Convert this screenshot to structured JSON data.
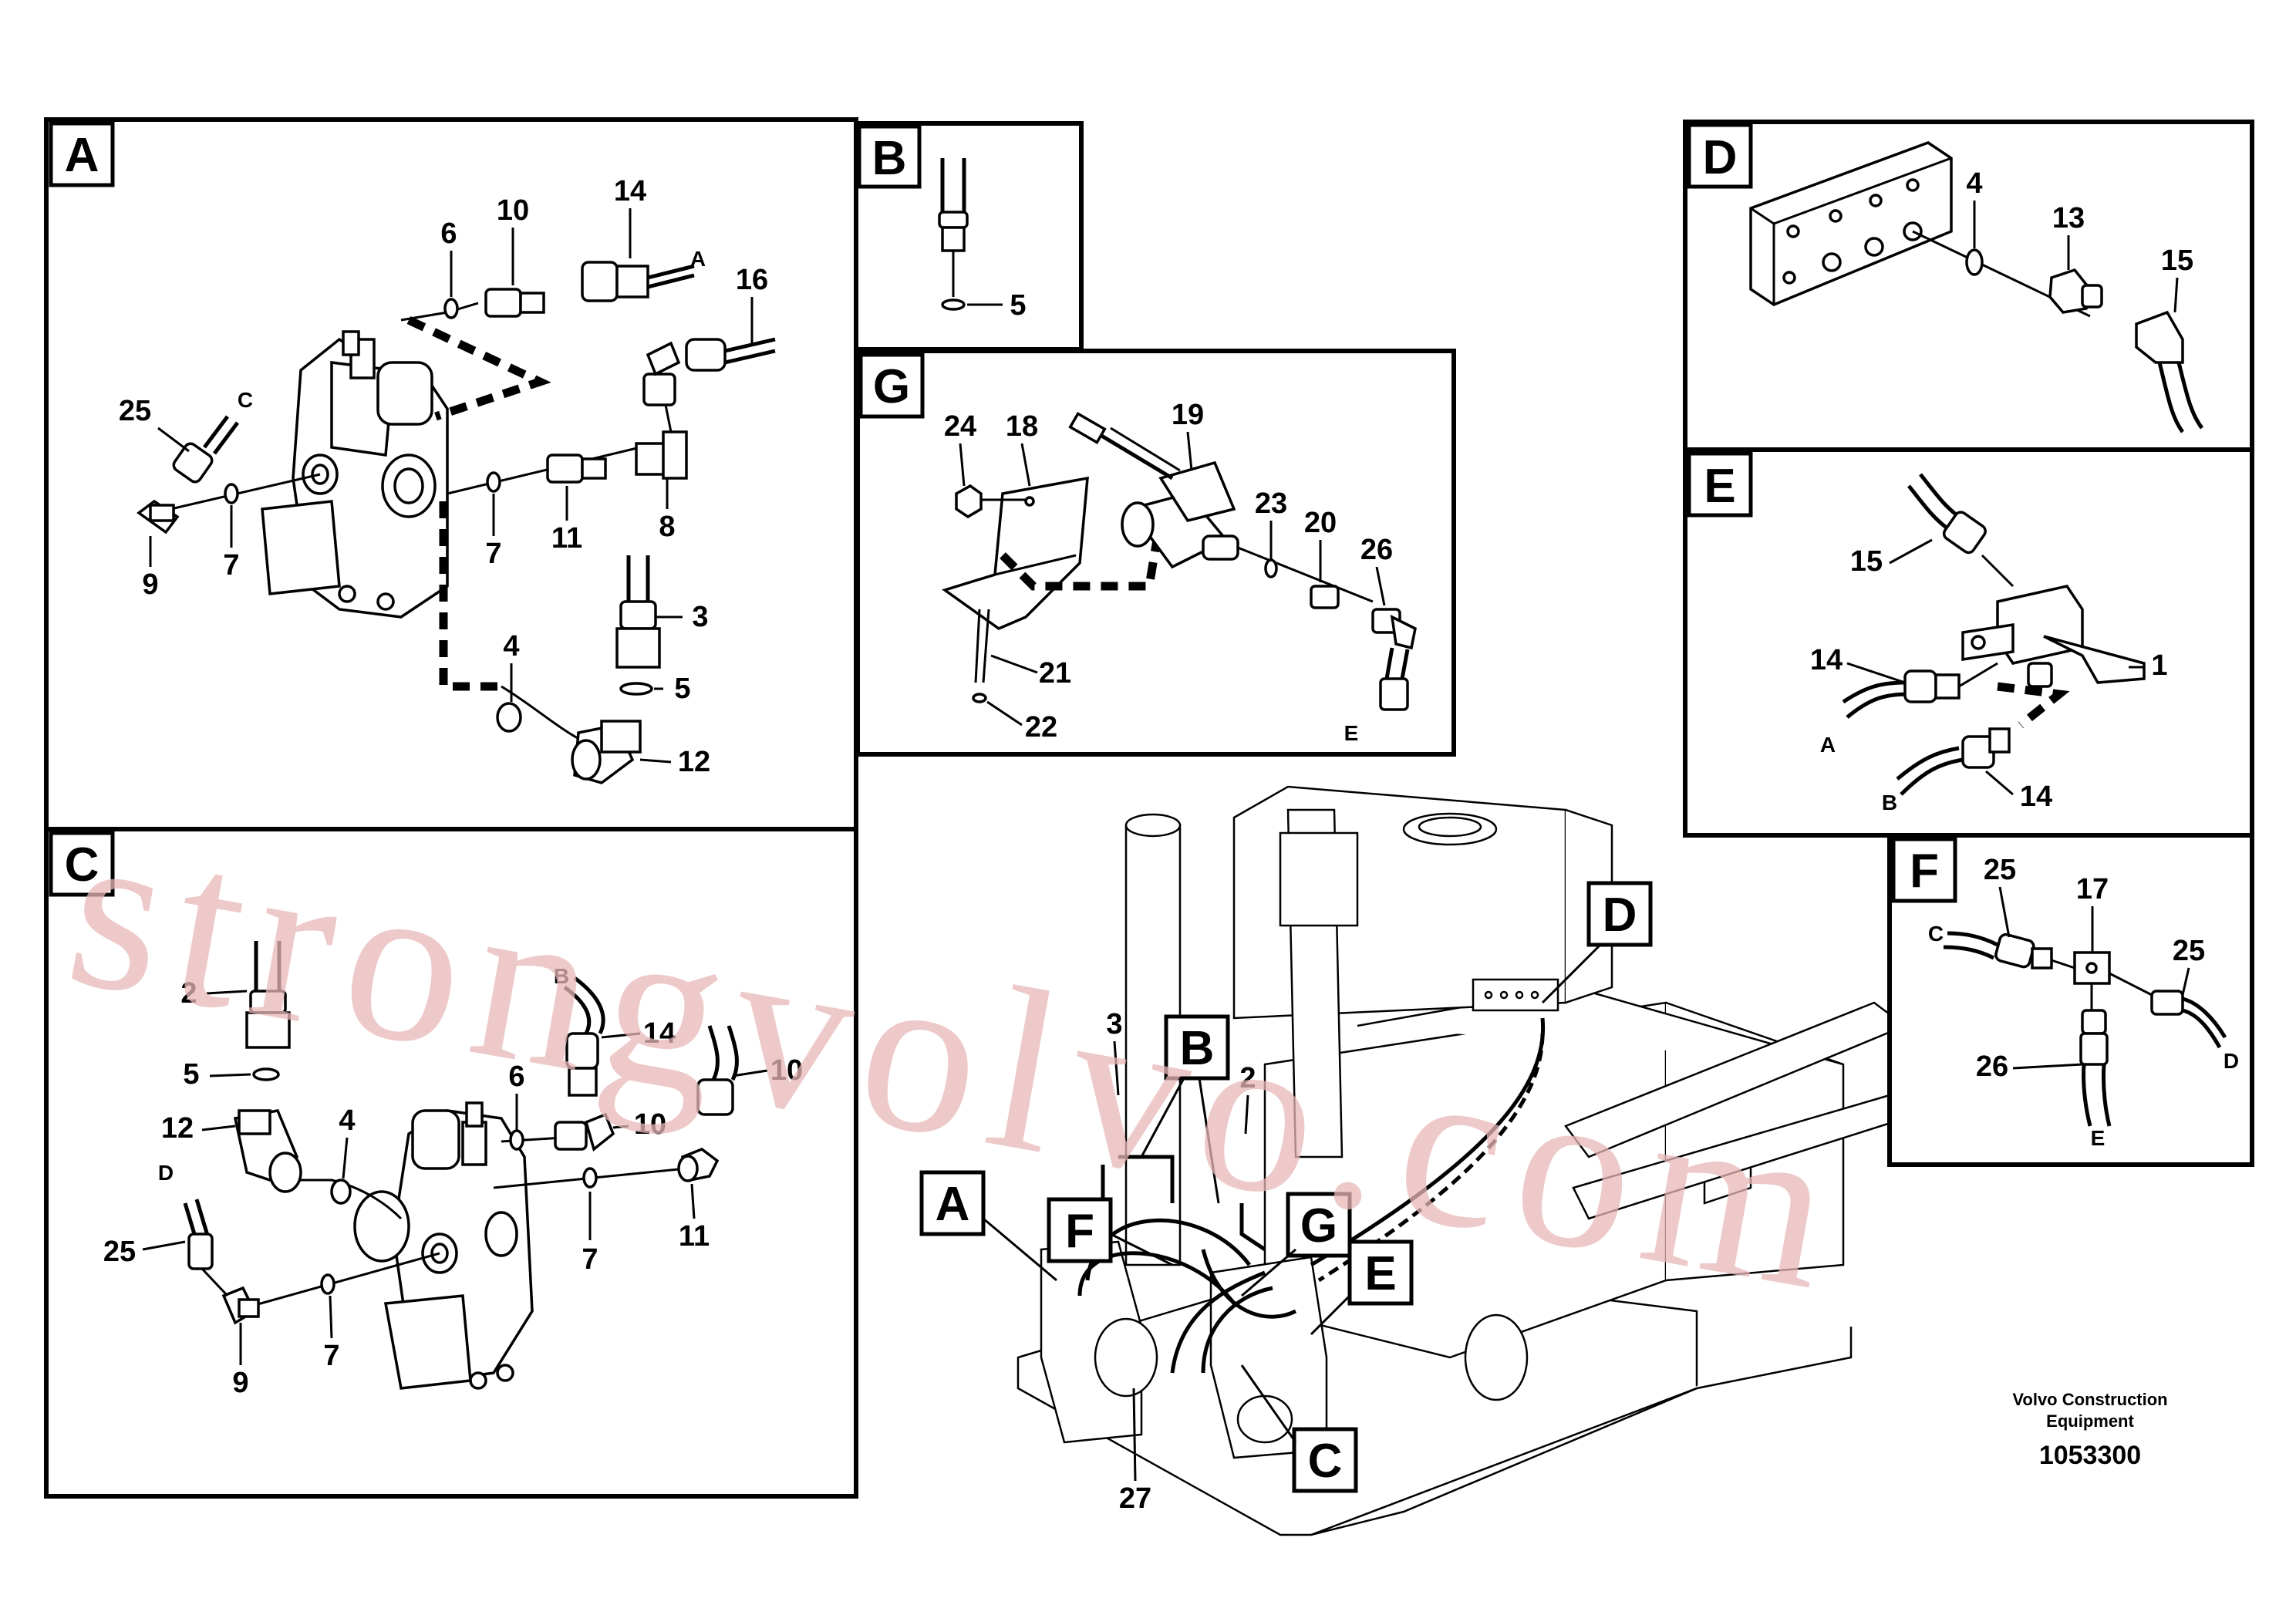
{
  "panels": {
    "A": {
      "tag": "A",
      "callouts": [
        "6",
        "10",
        "14",
        "A",
        "16",
        "25",
        "C",
        "9",
        "7",
        "7",
        "11",
        "8",
        "3",
        "4",
        "5",
        "12"
      ]
    },
    "B": {
      "tag": "B",
      "callouts": [
        "5"
      ]
    },
    "C": {
      "tag": "C",
      "callouts": [
        "2",
        "B",
        "14",
        "10",
        "5",
        "6",
        "12",
        "4",
        "10",
        "D",
        "25",
        "7",
        "11",
        "9",
        "7"
      ]
    },
    "D": {
      "tag": "D",
      "callouts": [
        "4",
        "13",
        "15"
      ]
    },
    "E": {
      "tag": "E",
      "callouts": [
        "15",
        "14",
        "1",
        "A",
        "B",
        "14"
      ]
    },
    "F": {
      "tag": "F",
      "callouts": [
        "25",
        "17",
        "C",
        "25",
        "26",
        "D",
        "E"
      ]
    },
    "G": {
      "tag": "G",
      "callouts": [
        "24",
        "18",
        "19",
        "23",
        "20",
        "26",
        "21",
        "22",
        "E"
      ]
    }
  },
  "overview": {
    "tags": [
      "D",
      "B",
      "A",
      "F",
      "G",
      "E",
      "C"
    ],
    "callouts": [
      "3",
      "2",
      "27"
    ]
  },
  "watermark": "strongvolvo.com",
  "footer": {
    "company_line1": "Volvo Construction",
    "company_line2": "Equipment",
    "drawing_number": "1053300"
  }
}
